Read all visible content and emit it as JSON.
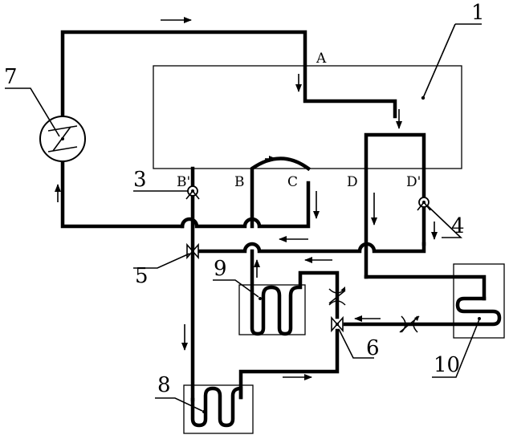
{
  "components": [
    {
      "id": "1",
      "role": "outer-box"
    },
    {
      "id": "3",
      "role": "check-valve"
    },
    {
      "id": "4",
      "role": "check-valve"
    },
    {
      "id": "5",
      "role": "three-way-valve"
    },
    {
      "id": "6",
      "role": "three-way-valve"
    },
    {
      "id": "7",
      "role": "compressor"
    },
    {
      "id": "8",
      "role": "heat-exchanger"
    },
    {
      "id": "9",
      "role": "heat-exchanger"
    },
    {
      "id": "10",
      "role": "heat-exchanger"
    }
  ],
  "labels": {
    "n1": "1",
    "n3": "3",
    "n4": "4",
    "n5": "5",
    "n6": "6",
    "n7": "7",
    "n8": "8",
    "n9": "9",
    "n10": "10",
    "A": "A",
    "B": "B",
    "Bp": "B'",
    "C": "C",
    "D": "D",
    "Dp": "D'"
  }
}
